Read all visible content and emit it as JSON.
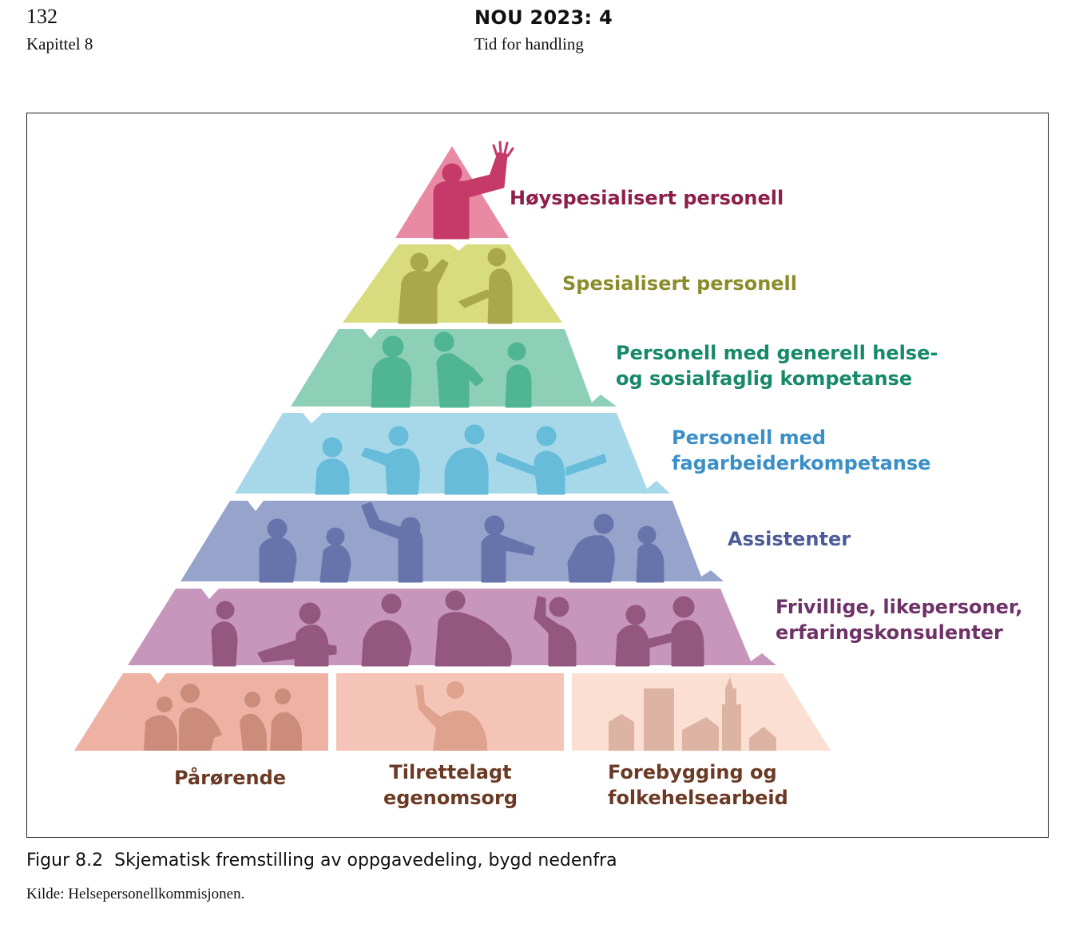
{
  "header": {
    "page_number": "132",
    "chapter": "Kapittel 8",
    "report_title": "NOU 2023: 4",
    "report_subtitle": "Tid for handling"
  },
  "figure": {
    "tiers": [
      {
        "lines": [
          "Høyspesialisert personell"
        ],
        "color": "#8e1f49",
        "fill": "#e98aa4",
        "figure_fill": "#c53a68"
      },
      {
        "lines": [
          "Spesialisert personell"
        ],
        "color": "#8b8d2c",
        "fill": "#d9dc7e",
        "figure_fill": "#a9a94b"
      },
      {
        "lines": [
          "Personell med generell helse-",
          "og sosialfaglig kompetanse"
        ],
        "color": "#16896a",
        "fill": "#8ecfb8",
        "figure_fill": "#4fb592"
      },
      {
        "lines": [
          "Personell med",
          "fagarbeiderkompetanse"
        ],
        "color": "#3a8fc7",
        "fill": "#a6d8ea",
        "figure_fill": "#66bcd9"
      },
      {
        "lines": [
          "Assistenter"
        ],
        "color": "#4d5b98",
        "fill": "#96a3cb",
        "figure_fill": "#6674ab"
      },
      {
        "lines": [
          "Frivillige, likepersoner,",
          "erfaringskonsulenter"
        ],
        "color": "#6e3268",
        "fill": "#c796bd",
        "figure_fill": "#94577f"
      }
    ],
    "base_sections": [
      {
        "lines": [
          "Pårørende"
        ],
        "fill": "#eeb2a4",
        "figure_fill": "#cc8c7c"
      },
      {
        "lines": [
          "Tilrettelagt",
          "egenomsorg"
        ],
        "fill": "#f4c5b7",
        "figure_fill": "#dea28e"
      },
      {
        "lines": [
          "Forebygging og",
          "folkehelsearbeid"
        ],
        "fill": "#fbdfd2",
        "figure_fill": "#ddb4a3"
      }
    ],
    "base_label_color": "#6b3a24"
  },
  "caption": {
    "number": "Figur 8.2",
    "text": "Skjematisk fremstilling av oppgavedeling, bygd nedenfra"
  },
  "source": "Kilde: Helsepersonellkommisjonen."
}
